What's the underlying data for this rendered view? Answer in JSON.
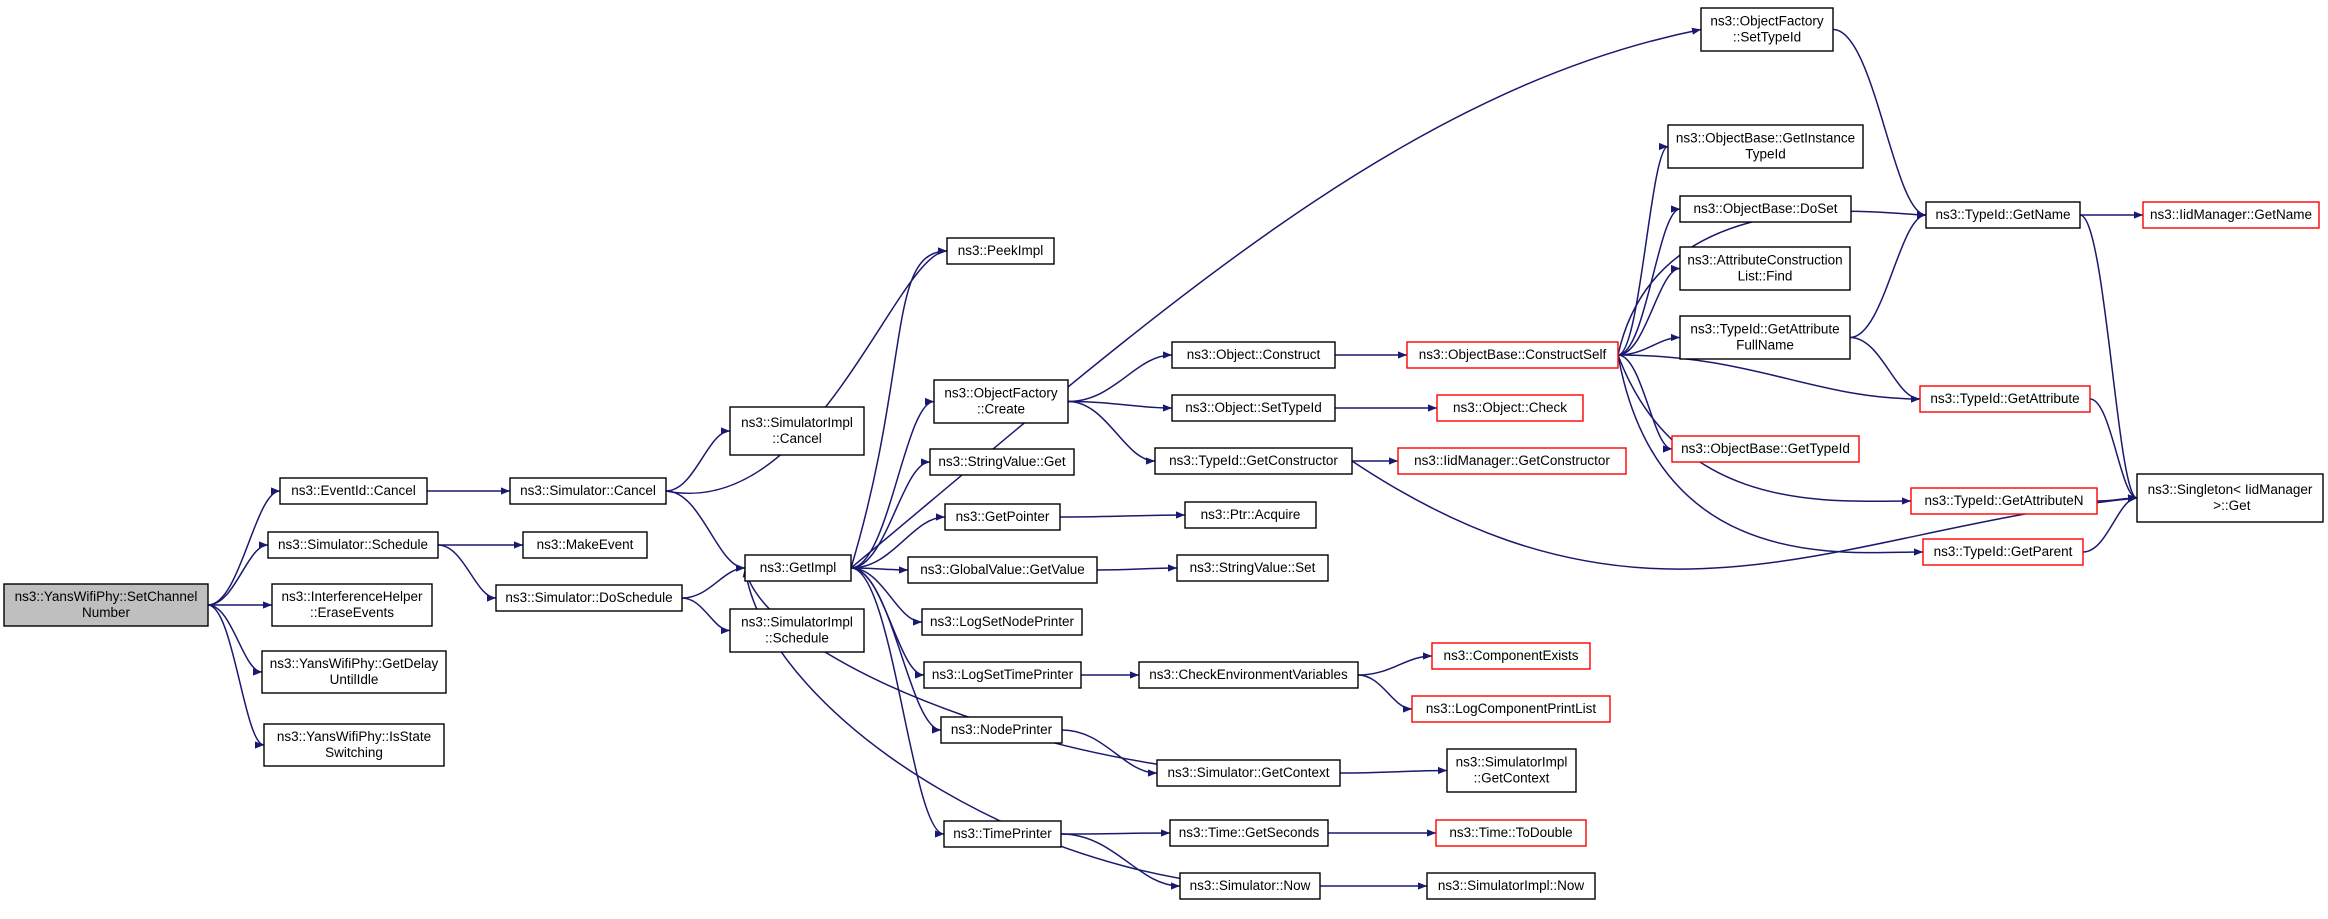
{
  "colors": {
    "edge": "#191970",
    "node_border": "#000000",
    "truncated_border": "#ff0000",
    "root_fill": "#bfbfbf",
    "node_fill": "#ffffff"
  },
  "nodes": [
    {
      "id": "n0",
      "lines": [
        "ns3::YansWifiPhy::SetChannel",
        "Number"
      ],
      "kind": "root"
    },
    {
      "id": "n1",
      "lines": [
        "ns3::EventId::Cancel"
      ]
    },
    {
      "id": "n2",
      "lines": [
        "ns3::Simulator::Schedule"
      ]
    },
    {
      "id": "n3",
      "lines": [
        "ns3::InterferenceHelper",
        "::EraseEvents"
      ]
    },
    {
      "id": "n4",
      "lines": [
        "ns3::YansWifiPhy::GetDelay",
        "UntilIdle"
      ]
    },
    {
      "id": "n5",
      "lines": [
        "ns3::YansWifiPhy::IsState",
        "Switching"
      ]
    },
    {
      "id": "n6",
      "lines": [
        "ns3::Simulator::Cancel"
      ]
    },
    {
      "id": "n7",
      "lines": [
        "ns3::MakeEvent"
      ]
    },
    {
      "id": "n8",
      "lines": [
        "ns3::Simulator::DoSchedule"
      ]
    },
    {
      "id": "n9",
      "lines": [
        "ns3::SimulatorImpl",
        "::Cancel"
      ]
    },
    {
      "id": "n10",
      "lines": [
        "ns3::GetImpl"
      ]
    },
    {
      "id": "n11",
      "lines": [
        "ns3::SimulatorImpl",
        "::Schedule"
      ]
    },
    {
      "id": "n12",
      "lines": [
        "ns3::PeekImpl"
      ]
    },
    {
      "id": "n13",
      "lines": [
        "ns3::ObjectFactory",
        "::Create"
      ]
    },
    {
      "id": "n14",
      "lines": [
        "ns3::StringValue::Get"
      ]
    },
    {
      "id": "n15",
      "lines": [
        "ns3::GetPointer"
      ]
    },
    {
      "id": "n16",
      "lines": [
        "ns3::GlobalValue::GetValue"
      ]
    },
    {
      "id": "n17",
      "lines": [
        "ns3::LogSetNodePrinter"
      ]
    },
    {
      "id": "n18",
      "lines": [
        "ns3::LogSetTimePrinter"
      ]
    },
    {
      "id": "n19",
      "lines": [
        "ns3::NodePrinter"
      ]
    },
    {
      "id": "n20",
      "lines": [
        "ns3::TimePrinter"
      ]
    },
    {
      "id": "n21",
      "lines": [
        "ns3::ObjectFactory",
        "::SetTypeId"
      ]
    },
    {
      "id": "n22",
      "lines": [
        "ns3::Object::Construct"
      ]
    },
    {
      "id": "n23",
      "lines": [
        "ns3::Object::SetTypeId"
      ]
    },
    {
      "id": "n24",
      "lines": [
        "ns3::TypeId::GetConstructor"
      ]
    },
    {
      "id": "n25",
      "lines": [
        "ns3::Ptr::Acquire"
      ]
    },
    {
      "id": "n26",
      "lines": [
        "ns3::StringValue::Set"
      ]
    },
    {
      "id": "n27",
      "lines": [
        "ns3::CheckEnvironmentVariables"
      ]
    },
    {
      "id": "n28",
      "lines": [
        "ns3::Simulator::GetContext"
      ]
    },
    {
      "id": "n29",
      "lines": [
        "ns3::Time::GetSeconds"
      ]
    },
    {
      "id": "n30",
      "lines": [
        "ns3::Simulator::Now"
      ]
    },
    {
      "id": "n31",
      "lines": [
        "ns3::ObjectBase::ConstructSelf"
      ],
      "kind": "truncated"
    },
    {
      "id": "n32",
      "lines": [
        "ns3::Object::Check"
      ],
      "kind": "truncated"
    },
    {
      "id": "n33",
      "lines": [
        "ns3::IidManager::GetConstructor"
      ],
      "kind": "truncated"
    },
    {
      "id": "n34",
      "lines": [
        "ns3::ComponentExists"
      ],
      "kind": "truncated"
    },
    {
      "id": "n35",
      "lines": [
        "ns3::LogComponentPrintList"
      ],
      "kind": "truncated"
    },
    {
      "id": "n36",
      "lines": [
        "ns3::SimulatorImpl",
        "::GetContext"
      ]
    },
    {
      "id": "n37",
      "lines": [
        "ns3::Time::ToDouble"
      ],
      "kind": "truncated"
    },
    {
      "id": "n38",
      "lines": [
        "ns3::SimulatorImpl::Now"
      ]
    },
    {
      "id": "n39",
      "lines": [
        "ns3::ObjectBase::GetInstance",
        "TypeId"
      ]
    },
    {
      "id": "n40",
      "lines": [
        "ns3::ObjectBase::DoSet"
      ]
    },
    {
      "id": "n41",
      "lines": [
        "ns3::AttributeConstruction",
        "List::Find"
      ]
    },
    {
      "id": "n42",
      "lines": [
        "ns3::TypeId::GetAttribute",
        "FullName"
      ]
    },
    {
      "id": "n43",
      "lines": [
        "ns3::ObjectBase::GetTypeId"
      ],
      "kind": "truncated"
    },
    {
      "id": "n44",
      "lines": [
        "ns3::TypeId::GetName"
      ]
    },
    {
      "id": "n45",
      "lines": [
        "ns3::TypeId::GetAttribute"
      ],
      "kind": "truncated"
    },
    {
      "id": "n46",
      "lines": [
        "ns3::TypeId::GetAttributeN"
      ],
      "kind": "truncated"
    },
    {
      "id": "n47",
      "lines": [
        "ns3::TypeId::GetParent"
      ],
      "kind": "truncated"
    },
    {
      "id": "n48",
      "lines": [
        "ns3::IidManager::GetName"
      ],
      "kind": "truncated"
    },
    {
      "id": "n49",
      "lines": [
        "ns3::Singleton< IidManager",
        " >::Get"
      ]
    }
  ],
  "edges": [
    [
      "n0",
      "n1"
    ],
    [
      "n0",
      "n2"
    ],
    [
      "n0",
      "n3"
    ],
    [
      "n0",
      "n4"
    ],
    [
      "n0",
      "n5"
    ],
    [
      "n1",
      "n6"
    ],
    [
      "n2",
      "n7"
    ],
    [
      "n2",
      "n8"
    ],
    [
      "n6",
      "n9"
    ],
    [
      "n6",
      "n10"
    ],
    [
      "n8",
      "n10"
    ],
    [
      "n8",
      "n11"
    ],
    [
      "n10",
      "n12"
    ],
    [
      "n10",
      "n13"
    ],
    [
      "n10",
      "n14"
    ],
    [
      "n10",
      "n15"
    ],
    [
      "n10",
      "n16"
    ],
    [
      "n10",
      "n17"
    ],
    [
      "n10",
      "n18"
    ],
    [
      "n10",
      "n19"
    ],
    [
      "n10",
      "n20"
    ],
    [
      "n10",
      "n21"
    ],
    [
      "n6",
      "n12"
    ],
    [
      "n13",
      "n22"
    ],
    [
      "n13",
      "n23"
    ],
    [
      "n13",
      "n24"
    ],
    [
      "n15",
      "n25"
    ],
    [
      "n16",
      "n26"
    ],
    [
      "n18",
      "n27"
    ],
    [
      "n19",
      "n28"
    ],
    [
      "n20",
      "n29"
    ],
    [
      "n20",
      "n30"
    ],
    [
      "n22",
      "n31"
    ],
    [
      "n23",
      "n32"
    ],
    [
      "n24",
      "n33"
    ],
    [
      "n24",
      "n49"
    ],
    [
      "n27",
      "n34"
    ],
    [
      "n27",
      "n35"
    ],
    [
      "n28",
      "n36"
    ],
    [
      "n28",
      "n10"
    ],
    [
      "n29",
      "n37"
    ],
    [
      "n30",
      "n38"
    ],
    [
      "n30",
      "n10"
    ],
    [
      "n31",
      "n39"
    ],
    [
      "n31",
      "n40"
    ],
    [
      "n31",
      "n41"
    ],
    [
      "n31",
      "n42"
    ],
    [
      "n31",
      "n43"
    ],
    [
      "n31",
      "n44"
    ],
    [
      "n31",
      "n45"
    ],
    [
      "n31",
      "n46"
    ],
    [
      "n31",
      "n47"
    ],
    [
      "n21",
      "n44"
    ],
    [
      "n42",
      "n44"
    ],
    [
      "n42",
      "n45"
    ],
    [
      "n44",
      "n48"
    ],
    [
      "n44",
      "n49"
    ],
    [
      "n45",
      "n49"
    ],
    [
      "n46",
      "n49"
    ],
    [
      "n47",
      "n49"
    ]
  ]
}
